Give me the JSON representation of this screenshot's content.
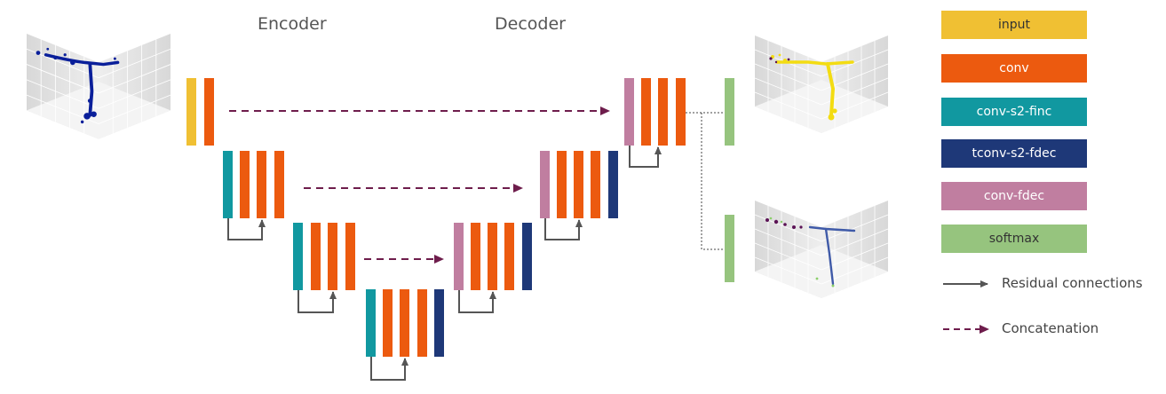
{
  "headings": {
    "encoder": "Encoder",
    "decoder": "Decoder"
  },
  "legend": {
    "items": [
      {
        "key": "input",
        "label": "input",
        "color": "#F0C033",
        "text_color": "#333333"
      },
      {
        "key": "conv",
        "label": "conv",
        "color": "#EC5A0F",
        "text_color": "#ffffff"
      },
      {
        "key": "conv-s2-finc",
        "label": "conv-s2-finc",
        "color": "#1198A0",
        "text_color": "#ffffff"
      },
      {
        "key": "tconv-s2-fdec",
        "label": "tconv-s2-fdec",
        "color": "#1E3878",
        "text_color": "#ffffff"
      },
      {
        "key": "conv-fdec",
        "label": "conv-fdec",
        "color": "#C07EA0",
        "text_color": "#ffffff"
      },
      {
        "key": "softmax",
        "label": "softmax",
        "color": "#96C47E",
        "text_color": "#333333"
      }
    ],
    "residual_label": "Residual connections",
    "concat_label": "Concatenation"
  },
  "colors": {
    "residual_arrow": "#555555",
    "concat_arrow": "#6E1D4C",
    "scatter_input": "#0A1F9A",
    "scatter_output_a": "#F3DC12",
    "scatter_output_b": "#3F5AA8",
    "scatter_output_c": "#5B1255"
  }
}
